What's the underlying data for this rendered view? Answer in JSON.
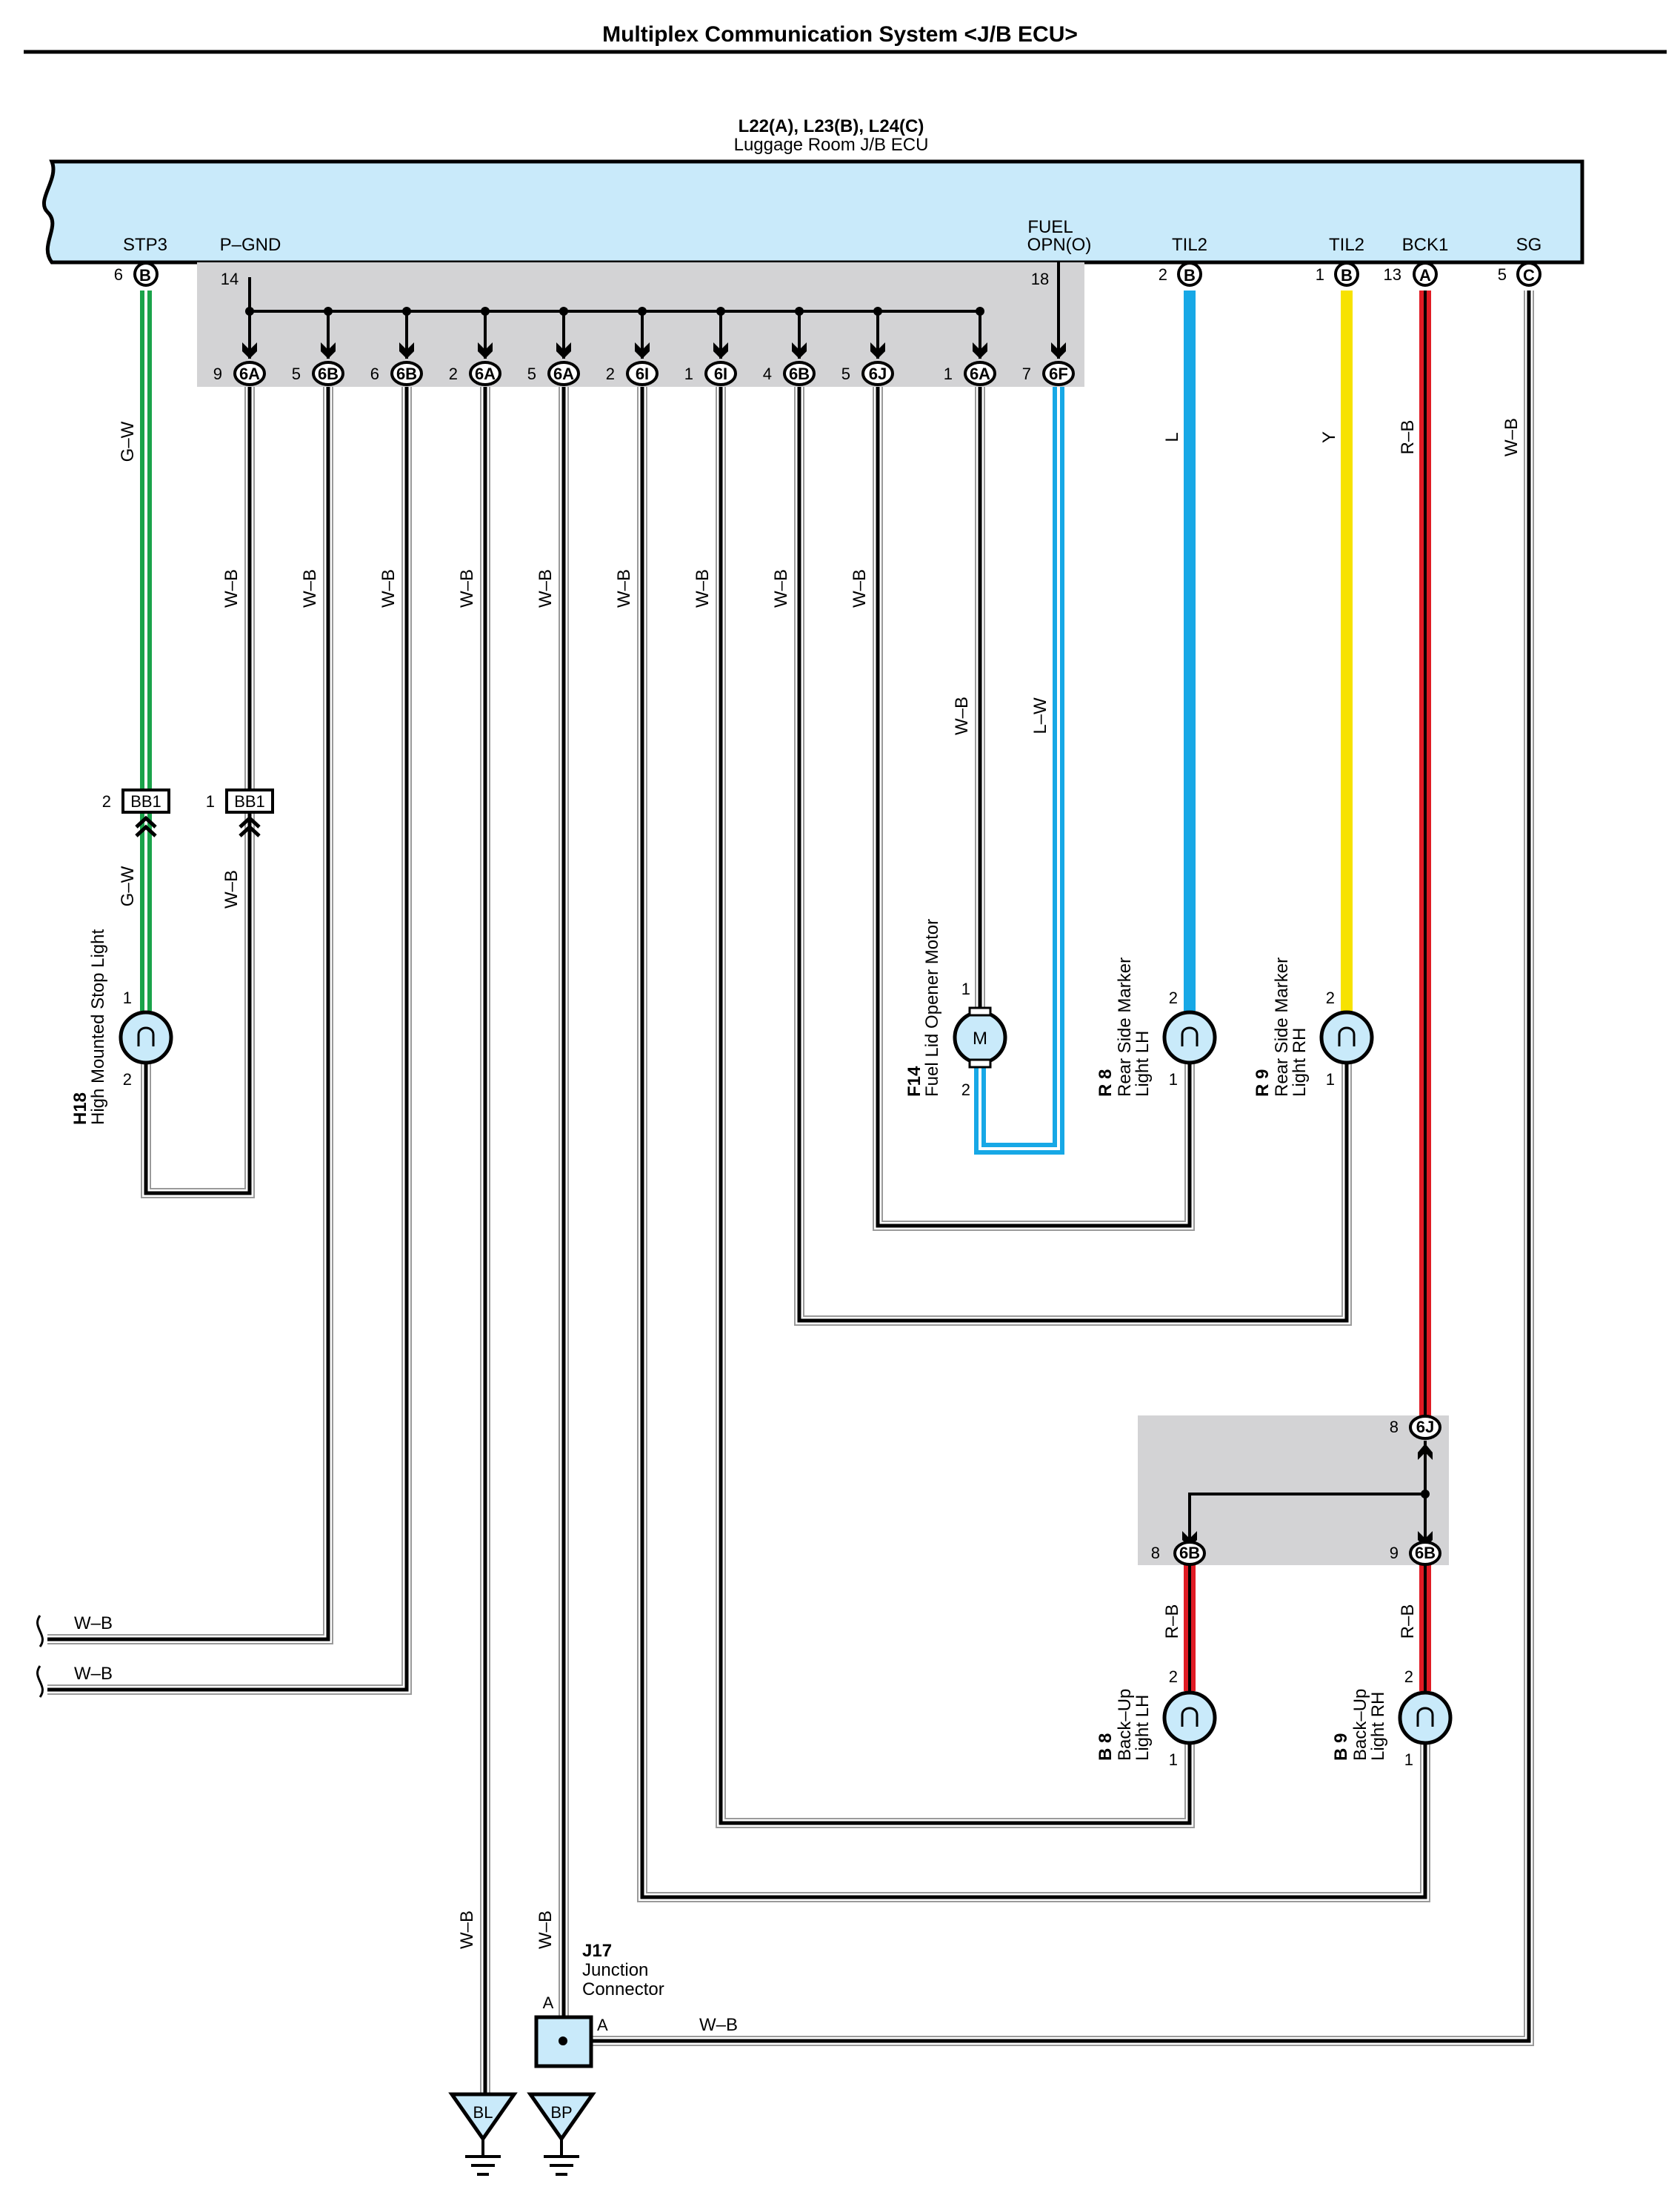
{
  "title": "Multiplex Communication System <J/B ECU>",
  "ecu": {
    "names": "L22(A), L23(B), L24(C)",
    "description": "Luggage Room J/B ECU",
    "terminals": [
      {
        "name": "STP3",
        "pin": "6",
        "conn": "B"
      },
      {
        "name": "P–GND",
        "pin": "14",
        "conn": ""
      },
      {
        "name_line1": "FUEL",
        "name_line2": "OPN(O)",
        "pin": "18",
        "conn": ""
      },
      {
        "name": "TIL2",
        "pin": "2",
        "conn": "B"
      },
      {
        "name": "TIL2",
        "pin": "1",
        "conn": "B"
      },
      {
        "name": "BCK1",
        "pin": "13",
        "conn": "A"
      },
      {
        "name": "SG",
        "pin": "5",
        "conn": "C"
      }
    ]
  },
  "jb_connectors": [
    {
      "pin": "9",
      "conn": "6A"
    },
    {
      "pin": "5",
      "conn": "6B"
    },
    {
      "pin": "6",
      "conn": "6B"
    },
    {
      "pin": "2",
      "conn": "6A"
    },
    {
      "pin": "5",
      "conn": "6A"
    },
    {
      "pin": "2",
      "conn": "6I"
    },
    {
      "pin": "1",
      "conn": "6I"
    },
    {
      "pin": "4",
      "conn": "6B"
    },
    {
      "pin": "5",
      "conn": "6J"
    },
    {
      "pin": "1",
      "conn": "6A"
    },
    {
      "pin": "7",
      "conn": "6F"
    }
  ],
  "jb_lower": {
    "in": {
      "pin": "8",
      "conn": "6J"
    },
    "out": [
      {
        "pin": "8",
        "conn": "6B"
      },
      {
        "pin": "9",
        "conn": "6B"
      }
    ]
  },
  "wire_labels": {
    "gw": "G–W",
    "wb": "W–B",
    "lw": "L–W",
    "l": "L",
    "y": "Y",
    "rb": "R–B"
  },
  "bb1": {
    "name": "BB1",
    "pin_a": "2",
    "pin_b": "1"
  },
  "components": {
    "h18": {
      "code": "H18",
      "name": "High Mounted Stop Light",
      "pin1": "1",
      "pin2": "2"
    },
    "f14": {
      "code": "F14",
      "name": "Fuel Lid Opener Motor",
      "symbol": "M",
      "pin1": "1",
      "pin2": "2"
    },
    "r8": {
      "code": "R 8",
      "name_line1": "Rear Side Marker",
      "name_line2": "Light LH",
      "pin_top": "2",
      "pin_bot": "1"
    },
    "r9": {
      "code": "R 9",
      "name_line1": "Rear Side Marker",
      "name_line2": "Light RH",
      "pin_top": "2",
      "pin_bot": "1"
    },
    "b8": {
      "code": "B 8",
      "name_line1": "Back–Up",
      "name_line2": "Light LH",
      "pin_top": "2",
      "pin_bot": "1"
    },
    "b9": {
      "code": "B 9",
      "name_line1": "Back–Up",
      "name_line2": "Light RH",
      "pin_top": "2",
      "pin_bot": "1"
    },
    "j17": {
      "code": "J17",
      "name_line1": "Junction",
      "name_line2": "Connector",
      "pin_top": "A",
      "pin_right": "A"
    }
  },
  "grounds": [
    "BL",
    "BP"
  ],
  "colors": {
    "ecu_fill": "#c9eafa",
    "jb_gray": "#d3d3d5",
    "green": "#1aa34a",
    "blue": "#17a8e6",
    "yellow": "#f7e200",
    "red": "#e01b24",
    "comp_fill": "#c9eafa"
  }
}
